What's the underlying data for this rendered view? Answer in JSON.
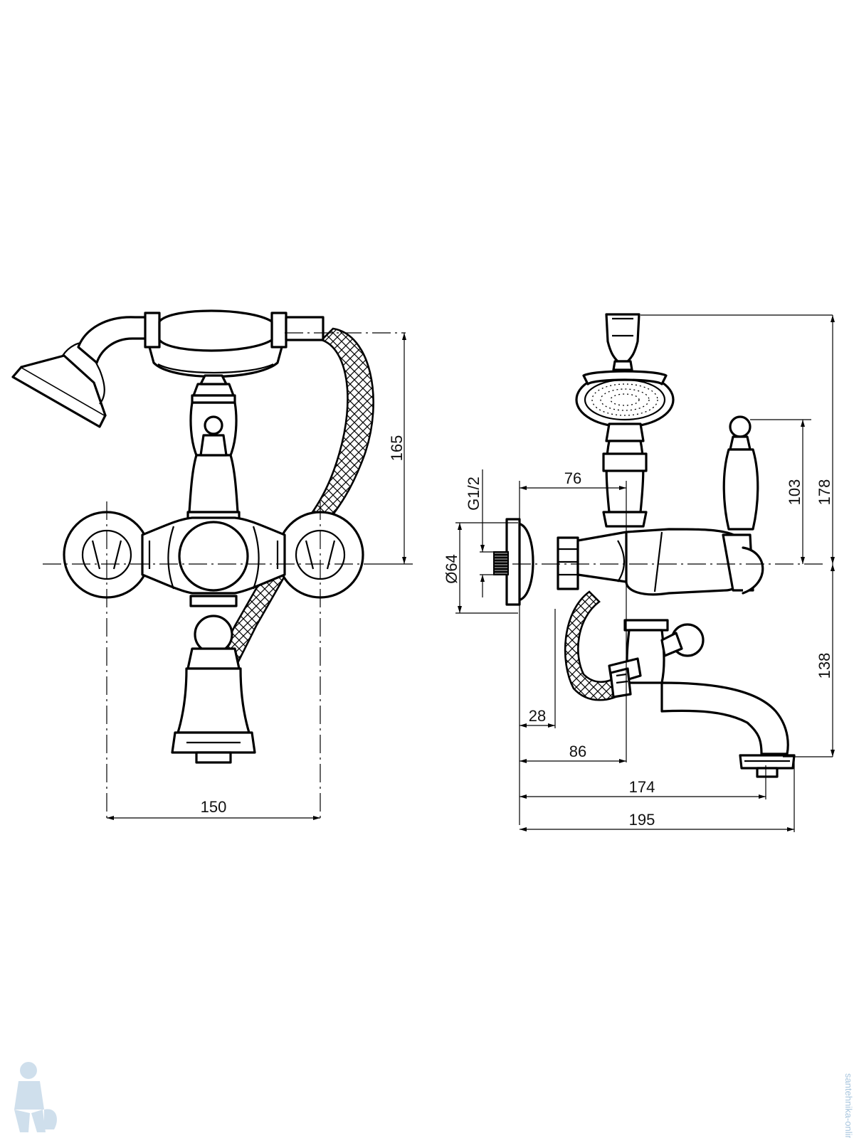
{
  "front_view": {
    "dim_width": "150",
    "dim_height": "165"
  },
  "side_view": {
    "dim_76": "76",
    "dim_thread": "G1/2",
    "dim_flange": "Ø64",
    "dim_103": "103",
    "dim_178": "178",
    "dim_138": "138",
    "dim_28": "28",
    "dim_86": "86",
    "dim_174": "174",
    "dim_195": "195"
  },
  "watermark": {
    "side_text": "santehnika-online",
    "mascot": "plumber-mascot"
  },
  "colors": {
    "line": "#000000",
    "watermark": "#a9c6de"
  }
}
